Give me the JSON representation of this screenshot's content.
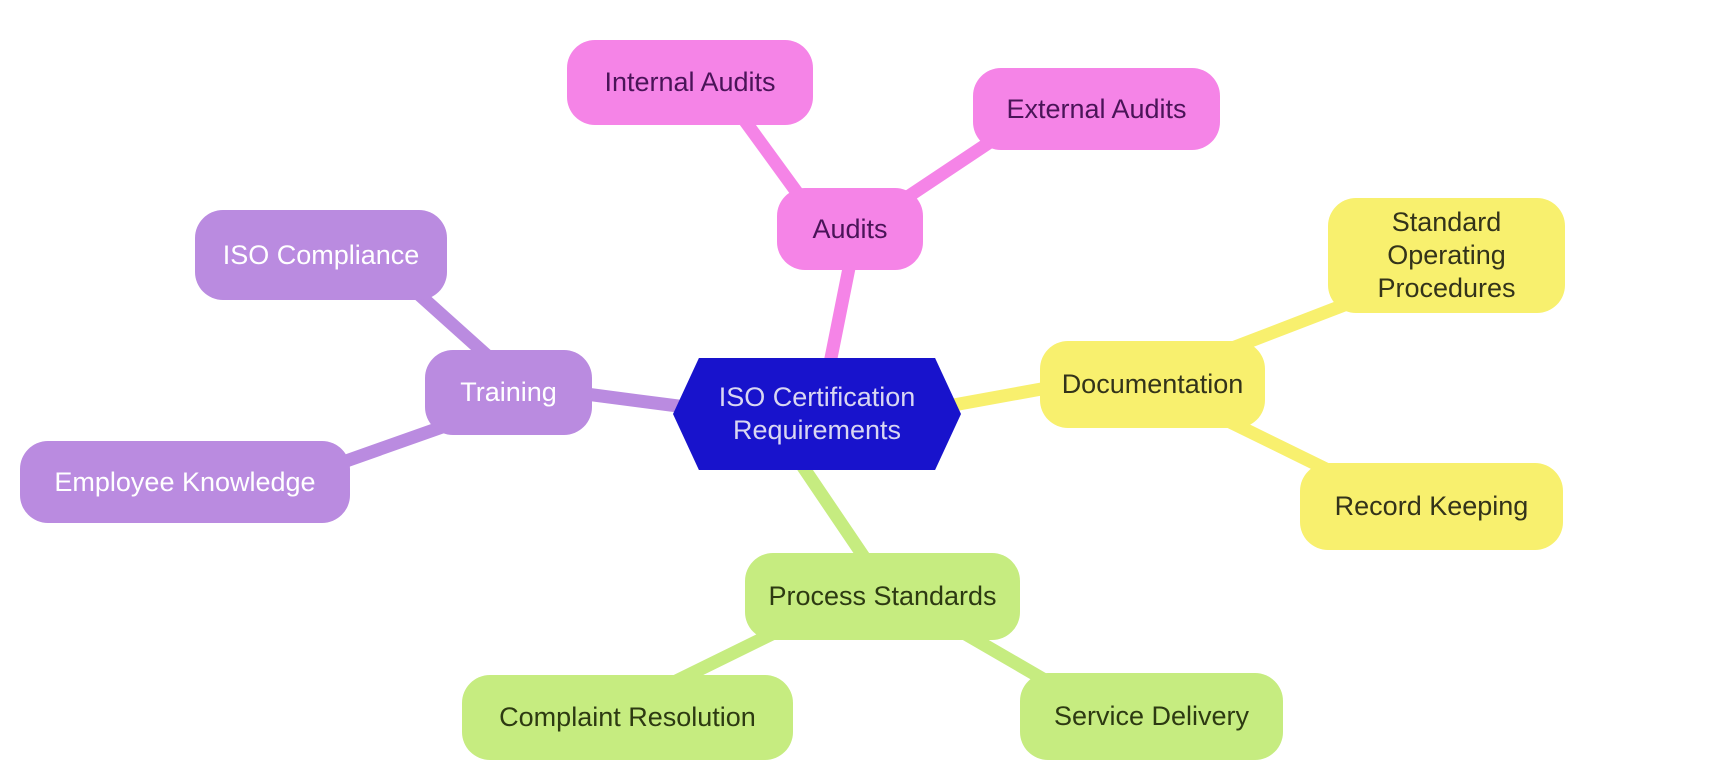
{
  "diagram": {
    "type": "mindmap",
    "background": "#ffffff",
    "root": {
      "label": "ISO Certification Requirements",
      "shape": "hexagon",
      "color": "#1813CC",
      "text_color": "#D9D7F2"
    },
    "branches": [
      {
        "label": "Audits",
        "color": "#F584E7",
        "text_color": "#4A1458",
        "children": [
          {
            "label": "Internal Audits"
          },
          {
            "label": "External Audits"
          }
        ]
      },
      {
        "label": "Documentation",
        "color": "#F8F06E",
        "text_color": "#33331A",
        "children": [
          {
            "label": "Standard Operating Procedures"
          },
          {
            "label": "Record Keeping"
          }
        ]
      },
      {
        "label": "Training",
        "color": "#BA8BE0",
        "text_color": "#FFFFFF",
        "children": [
          {
            "label": "ISO Compliance"
          },
          {
            "label": "Employee Knowledge"
          }
        ]
      },
      {
        "label": "Process Standards",
        "color": "#C6EC80",
        "text_color": "#2D3A12",
        "children": [
          {
            "label": "Complaint Resolution"
          },
          {
            "label": "Service Delivery"
          }
        ]
      }
    ]
  }
}
